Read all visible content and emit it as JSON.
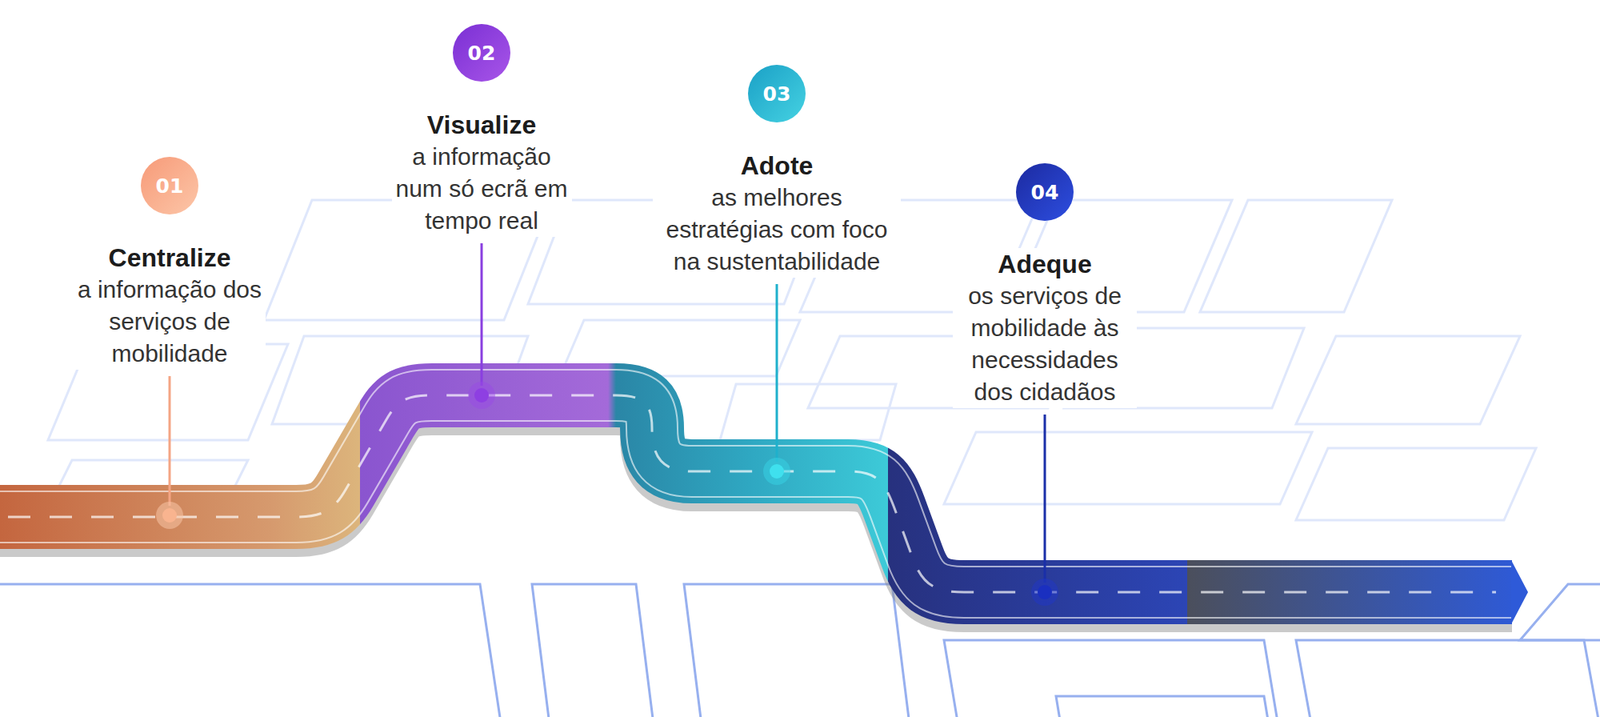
{
  "diagram": {
    "nodes": [
      {
        "text": [
          "01",
          "Centralize",
          "a informação dos serviços de mobilidade"
        ]
      },
      {
        "text": [
          "02",
          "Visualize",
          "a informação num só ecrã em tempo real"
        ]
      },
      {
        "text": [
          "03",
          "Adote",
          "as melhores estratégias com foco na sustentabilidade"
        ]
      },
      {
        "text": [
          "04",
          "Adeque",
          "os serviços de mobilidade às necessidades dos cidadãos"
        ]
      }
    ]
  }
}
